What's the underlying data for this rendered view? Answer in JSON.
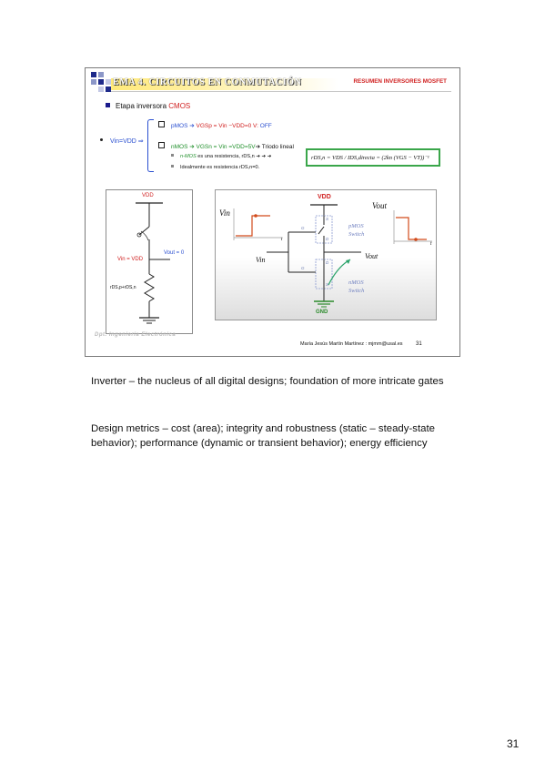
{
  "slide": {
    "header_title": "EMA 4. CIRCUITOS EN CONMUTACIÓN",
    "header_right": "RESUMEN INVERSORES MOSFET",
    "bullet_intro": "Etapa inversora ",
    "bullet_intro_highlight": "CMOS",
    "vin_condition": "Vin=VDD ⇒",
    "pmos_line_label": "pMOS ➔ ",
    "pmos_line_eq": "VGSp = Vin −VDD=0 V: ",
    "pmos_line_state": "OFF",
    "nmos_line_label": "nMOS ➔ ",
    "nmos_line_eq": "VGSn = Vin =VDD=5V",
    "nmos_line_state": "➔ Triodo lineal",
    "sub1_prefix": "n-MOS",
    "sub1_text": " es una resistencia, rDS,n ➔ ➔ ➔",
    "sub2_text": "Idealmente es resistencia rDS,n=0.",
    "formula": "rDS,n = VDS / IDS,directa = (2kn (VGS − VT))⁻¹",
    "left_diagram": {
      "vdd_label": "VDD",
      "vin_label": "Vin = VDD",
      "vout_label": "Vout = 0",
      "res_label": "rDS,p+rDS,n"
    },
    "right_diagram": {
      "vdd_label": "VDD",
      "vin_plot_label": "Vin",
      "vout_plot_label": "Vout",
      "vin_node_label": "Vin",
      "vout_node_label": "Vout",
      "pmos_label": "pMOS",
      "pmos_sub": "Switch",
      "nmos_label": "nMOS",
      "nmos_sub": "Switch",
      "gnd_label": "GND",
      "time_label": "t",
      "g_label": "G",
      "s_label": "S",
      "d_label": "D"
    },
    "footer_logo": "Dpt. Ingeniería Electrónica",
    "footer_author": "María Jesús Martín Martínez : mjmm@usal.es",
    "footer_page": "31"
  },
  "notes": {
    "note1": "Inverter – the nucleus of all digital designs; foundation of more intricate gates",
    "note2": "Design metrics – cost (area); integrity and robustness (static – steady-state behavior); performance (dynamic or transient behavior); energy efficiency"
  },
  "page_number": "31",
  "colors": {
    "accent_red": "#d02020",
    "accent_blue": "#2a4fd0",
    "accent_green": "#1f8f2a",
    "formula_border": "#3aa64a"
  }
}
